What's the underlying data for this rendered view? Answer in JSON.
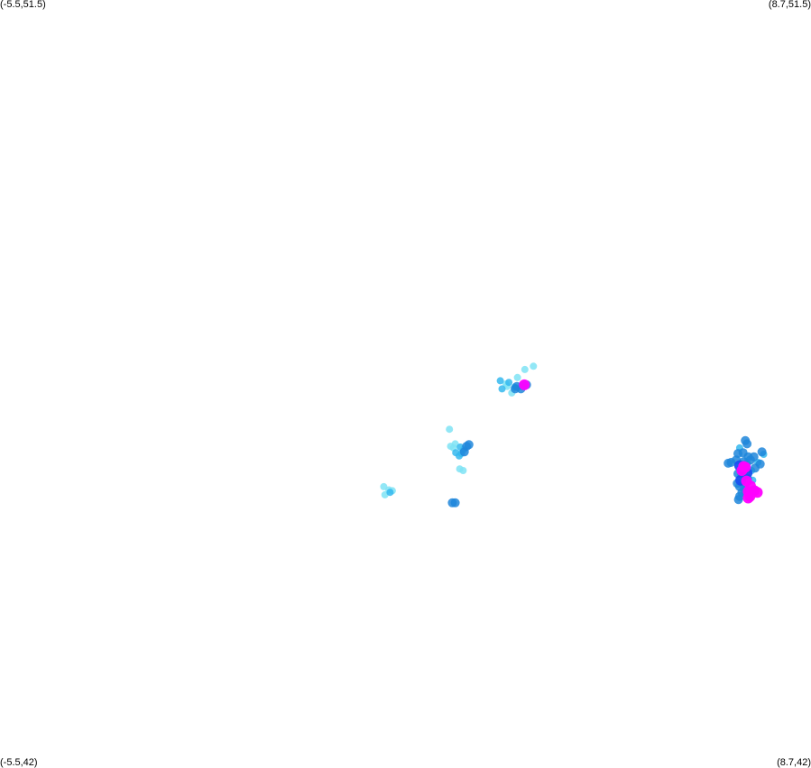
{
  "corners": {
    "top_left": "(-5.5,51.5)",
    "top_right": "(8.7,51.5)",
    "bottom_left": "(-5.5,42)",
    "bottom_right": "(8.7,42)"
  },
  "bounds": {
    "lon_min": -5.5,
    "lon_max": 8.7,
    "lat_min": 42,
    "lat_max": 51.5
  },
  "colors": {
    "level_1": "#7fe3f5",
    "level_2": "#35b8ee",
    "level_3": "#1f86db",
    "level_4": "#1a4ff0",
    "level_5": "#ff00ff"
  },
  "points": [
    [
      3.56,
      46.83,
      1
    ],
    [
      3.69,
      46.93,
      1
    ],
    [
      3.84,
      46.97,
      1
    ],
    [
      3.46,
      46.64,
      1
    ],
    [
      3.36,
      46.75,
      1
    ],
    [
      3.26,
      46.79,
      2
    ],
    [
      3.29,
      46.69,
      2
    ],
    [
      3.41,
      46.77,
      2
    ],
    [
      3.51,
      46.71,
      2
    ],
    [
      3.38,
      46.72,
      1
    ],
    [
      3.62,
      46.69,
      3
    ],
    [
      3.66,
      46.73,
      3
    ],
    [
      3.72,
      46.74,
      3
    ],
    [
      3.55,
      46.72,
      3
    ],
    [
      3.52,
      46.69,
      3
    ],
    [
      3.68,
      46.74,
      5
    ],
    [
      3.64,
      46.72,
      1
    ],
    [
      2.37,
      46.19,
      1
    ],
    [
      2.39,
      45.98,
      1
    ],
    [
      2.47,
      46.01,
      1
    ],
    [
      2.56,
      45.97,
      2
    ],
    [
      2.62,
      45.94,
      2
    ],
    [
      2.67,
      45.98,
      3
    ],
    [
      2.71,
      46.0,
      3
    ],
    [
      2.63,
      45.91,
      3
    ],
    [
      2.58,
      45.89,
      2
    ],
    [
      2.54,
      45.86,
      2
    ],
    [
      2.55,
      45.7,
      1
    ],
    [
      2.61,
      45.68,
      1
    ],
    [
      2.44,
      45.96,
      1
    ],
    [
      2.48,
      45.9,
      2
    ],
    [
      1.22,
      45.48,
      1
    ],
    [
      1.31,
      45.44,
      1
    ],
    [
      1.24,
      45.38,
      1
    ],
    [
      1.33,
      45.41,
      2
    ],
    [
      1.37,
      45.43,
      1
    ],
    [
      2.42,
      45.28,
      3
    ],
    [
      2.47,
      45.28,
      3
    ],
    [
      7.42,
      45.89,
      3
    ],
    [
      7.51,
      45.9,
      3
    ],
    [
      7.6,
      45.85,
      3
    ],
    [
      7.39,
      45.81,
      3
    ],
    [
      7.3,
      45.78,
      3
    ],
    [
      7.25,
      45.77,
      3
    ],
    [
      7.52,
      45.79,
      3
    ],
    [
      7.57,
      45.76,
      3
    ],
    [
      7.45,
      45.74,
      4
    ],
    [
      7.51,
      45.7,
      4
    ],
    [
      7.42,
      45.64,
      3
    ],
    [
      7.47,
      45.56,
      4
    ],
    [
      7.41,
      45.52,
      3
    ],
    [
      7.45,
      45.48,
      3
    ],
    [
      7.53,
      45.49,
      3
    ],
    [
      7.49,
      45.41,
      3
    ],
    [
      7.45,
      45.36,
      3
    ],
    [
      7.43,
      45.32,
      3
    ],
    [
      7.47,
      45.63,
      2
    ],
    [
      7.54,
      45.44,
      3
    ],
    [
      7.52,
      45.73,
      5
    ],
    [
      7.55,
      45.72,
      5
    ],
    [
      7.49,
      45.68,
      5
    ],
    [
      7.58,
      45.65,
      4
    ],
    [
      7.57,
      45.55,
      5
    ],
    [
      7.64,
      45.49,
      5
    ],
    [
      7.6,
      45.42,
      5
    ],
    [
      7.71,
      45.43,
      5
    ],
    [
      7.76,
      45.41,
      5
    ],
    [
      7.63,
      45.36,
      5
    ],
    [
      7.6,
      45.34,
      5
    ],
    [
      7.72,
      45.71,
      3
    ],
    [
      7.64,
      45.81,
      3
    ],
    [
      7.7,
      45.85,
      3
    ],
    [
      7.84,
      45.91,
      3
    ],
    [
      7.87,
      45.88,
      2
    ],
    [
      7.77,
      45.78,
      2
    ],
    [
      7.81,
      45.76,
      3
    ],
    [
      7.66,
      45.68,
      2
    ],
    [
      7.55,
      46.05,
      3
    ],
    [
      7.58,
      46.01,
      3
    ],
    [
      7.45,
      45.96,
      2
    ],
    [
      7.59,
      45.58,
      3
    ],
    [
      7.68,
      45.56,
      2
    ]
  ]
}
